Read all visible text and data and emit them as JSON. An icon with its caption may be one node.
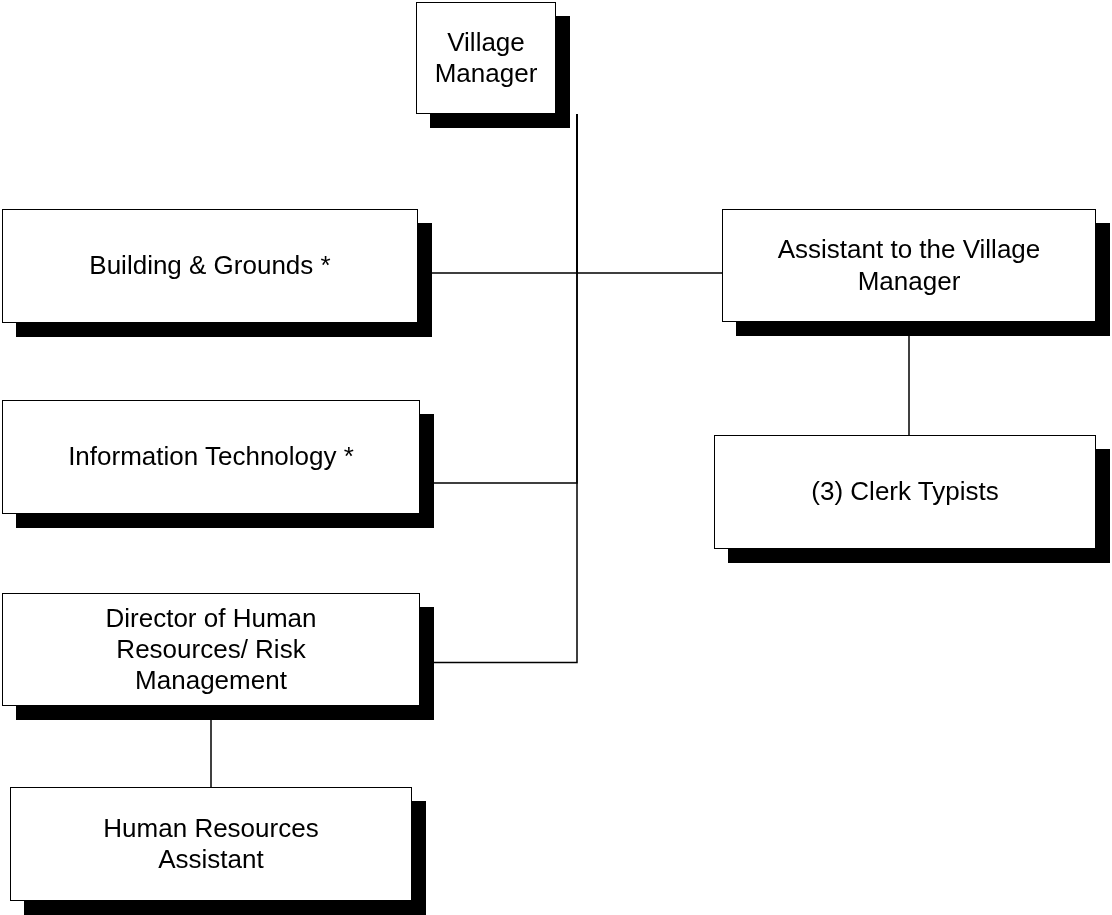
{
  "diagram": {
    "nodes": [
      {
        "text": [
          "Village Manager"
        ]
      },
      {
        "text": [
          "Building & Grounds *"
        ]
      },
      {
        "text": [
          "Information Technology *"
        ]
      },
      {
        "text": [
          "Director of Human Resources/ Risk Management"
        ]
      },
      {
        "text": [
          "Human Resources Assistant"
        ]
      },
      {
        "text": [
          "Assistant to the Village Manager"
        ]
      },
      {
        "text": [
          "(3) Clerk Typists"
        ]
      }
    ],
    "edges": [
      {
        "from": 0,
        "to": 1,
        "arrow": "none"
      },
      {
        "from": 0,
        "to": 5,
        "arrow": "none"
      },
      {
        "from": 0,
        "to": 2,
        "arrow": "none"
      },
      {
        "from": 0,
        "to": 3,
        "arrow": "none"
      },
      {
        "from": 5,
        "to": 6,
        "arrow": "none"
      },
      {
        "from": 3,
        "to": 4,
        "arrow": "none"
      }
    ]
  }
}
